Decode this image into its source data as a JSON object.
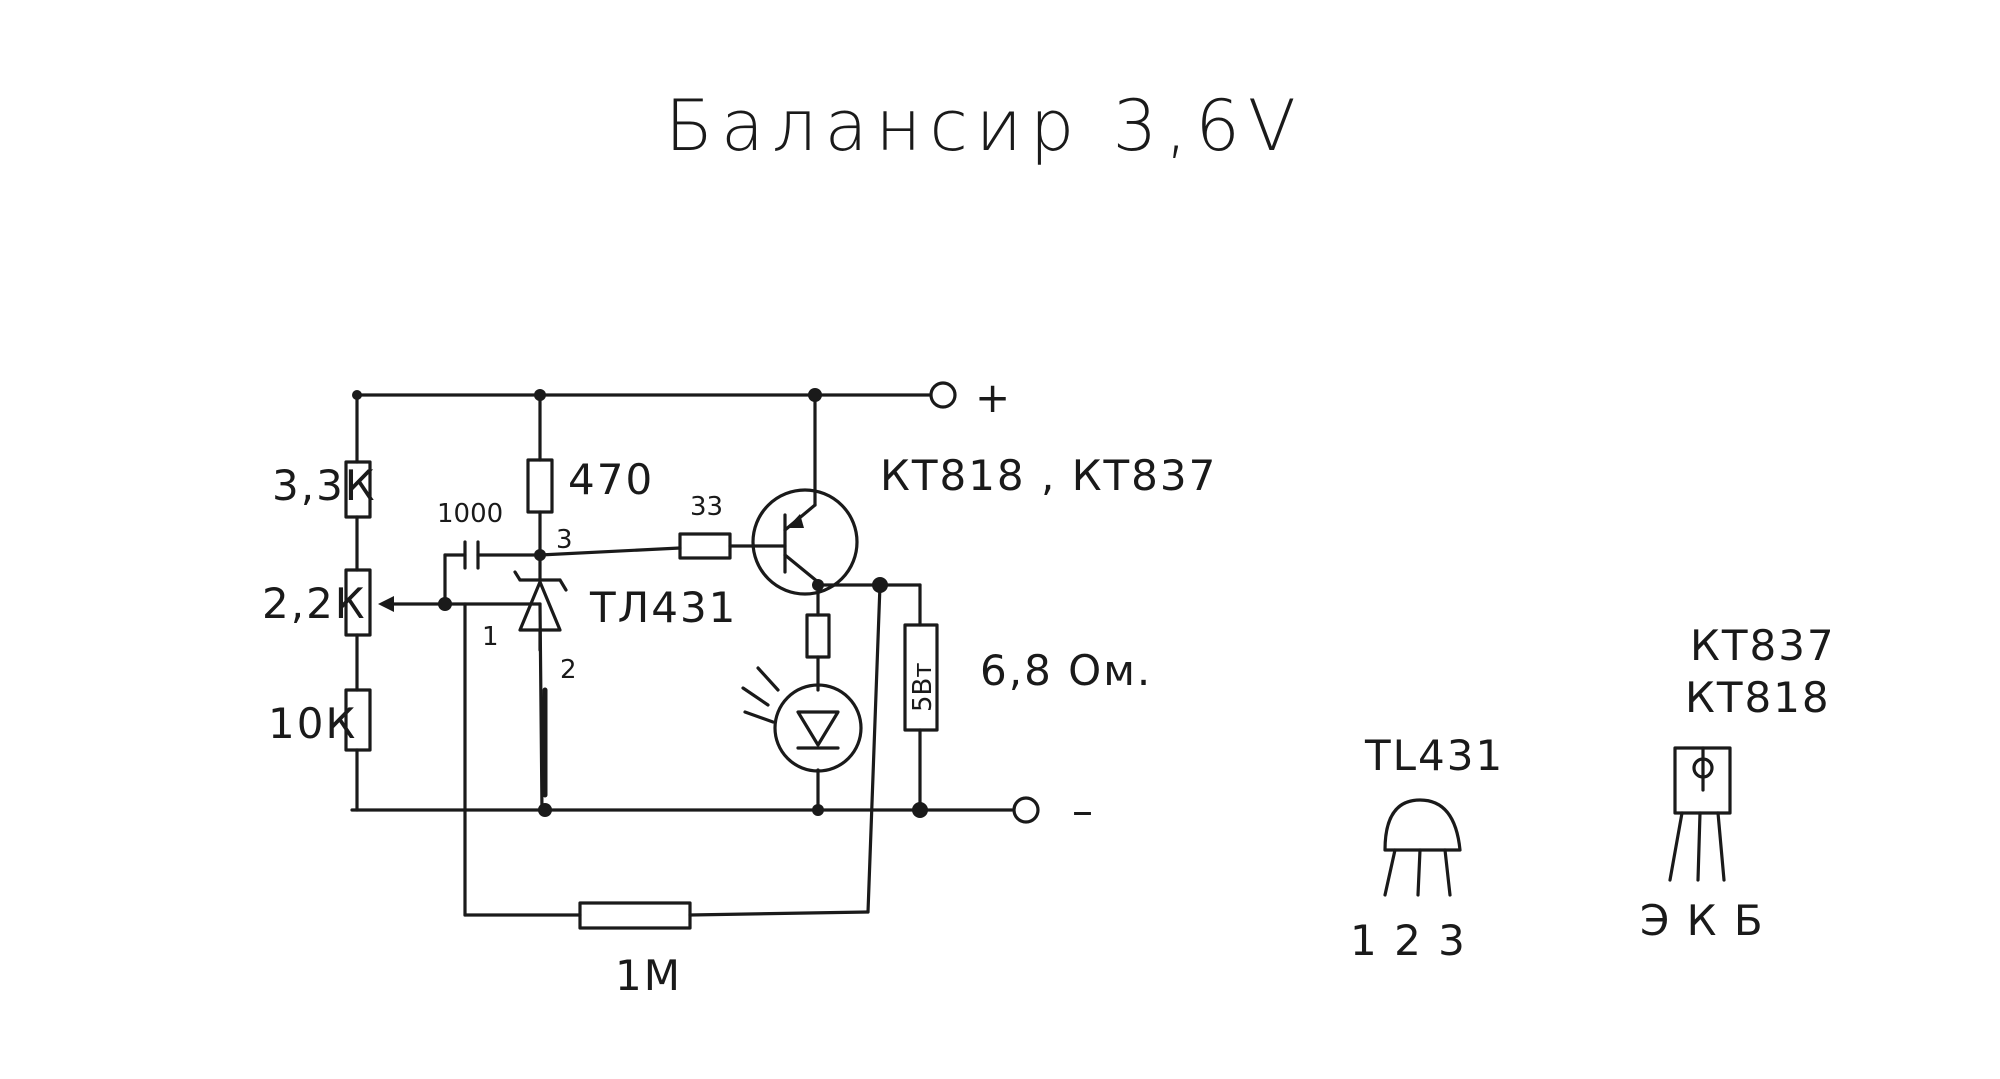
{
  "title": "Балансир 3,6V",
  "terminals": {
    "plus": "+",
    "minus": "–"
  },
  "resistors": {
    "r1": "3,3К",
    "r2": "2,2К",
    "r3": "10К",
    "r4": "470",
    "r5": "33",
    "r_bleed": "1М",
    "r_load_body": "5Вт",
    "r_load_value": "6,8 Ом."
  },
  "capacitor": "1000",
  "regulator": {
    "name": "TЛ431",
    "pin1": "1",
    "pin2": "2",
    "pin3": "3"
  },
  "transistor_label": "КТ818 , КТ837",
  "pinouts": {
    "tl431": {
      "name": "TL431",
      "pins": "1 2 3"
    },
    "kt": {
      "name1": "КТ837",
      "name2": "КТ818",
      "pins": "Э К Б"
    }
  }
}
